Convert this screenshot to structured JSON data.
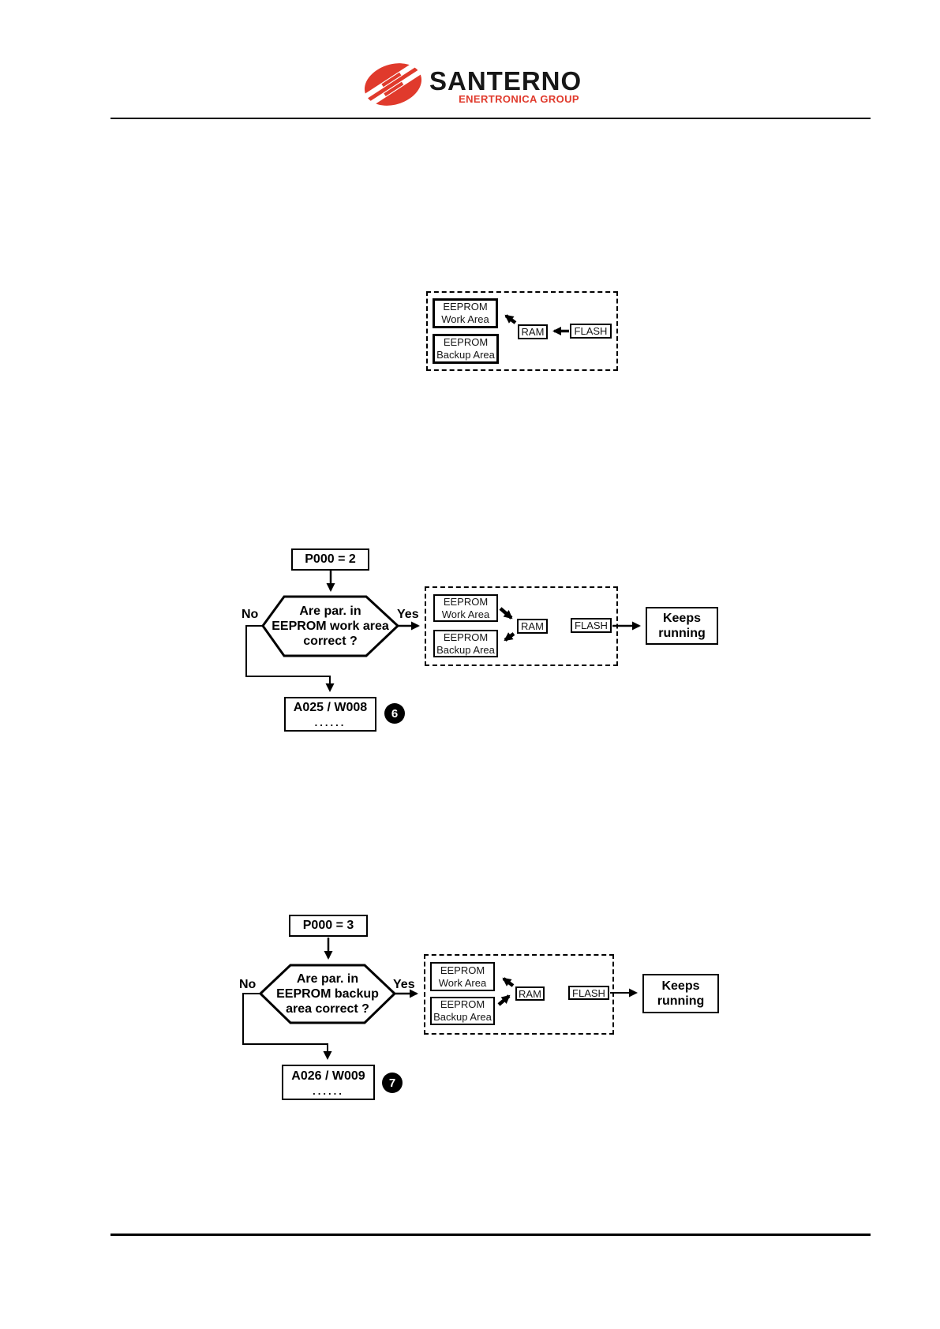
{
  "header": {
    "brand": "SANTERNO",
    "brand_sub": "ENERTRONICA GROUP",
    "brand_color": "#e03a2c"
  },
  "memory": {
    "eeprom_work": "EEPROM\nWork Area",
    "eeprom_backup": "EEPROM\nBackup Area",
    "ram": "RAM",
    "flash": "FLASH"
  },
  "flow_p000_2": {
    "start": "P000 = 2",
    "decision": "Are par. in\nEEPROM work area\ncorrect ?",
    "no_label": "No",
    "yes_label": "Yes",
    "result": "Keeps\nrunning",
    "error_codes": "A025 / W008",
    "error_dots": "......",
    "footnote_badge": "6"
  },
  "flow_p000_3": {
    "start": "P000 = 3",
    "decision": "Are par. in\nEEPROM backup\narea correct ?",
    "no_label": "No",
    "yes_label": "Yes",
    "result": "Keeps\nrunning",
    "error_codes": "A026 / W009",
    "error_dots": "......",
    "footnote_badge": "7"
  }
}
